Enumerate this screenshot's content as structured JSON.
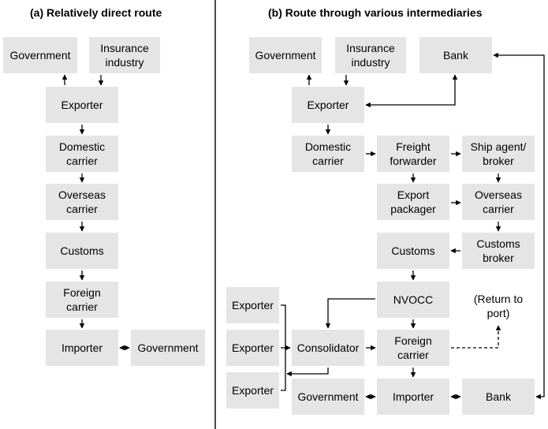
{
  "panel_a": {
    "title": "(a) Relatively direct route",
    "government": "Government",
    "insurance": "Insurance\nindustry",
    "exporter": "Exporter",
    "domestic_carrier": "Domestic\ncarrier",
    "overseas_carrier": "Overseas\ncarrier",
    "customs": "Customs",
    "foreign_carrier": "Foreign\ncarrier",
    "importer": "Importer",
    "government_right": "Government"
  },
  "panel_b": {
    "title": "(b) Route through various intermediaries",
    "government": "Government",
    "insurance": "Insurance\nindustry",
    "bank_top": "Bank",
    "exporter": "Exporter",
    "domestic_carrier": "Domestic\ncarrier",
    "freight_forwarder": "Freight\nforwarder",
    "ship_agent": "Ship agent/\nbroker",
    "export_packager": "Export\npackager",
    "overseas_carrier": "Overseas\ncarrier",
    "customs": "Customs",
    "customs_broker": "Customs\nbroker",
    "nvocc": "NVOCC",
    "return_note": "(Return to\nport)",
    "exporter_1": "Exporter",
    "exporter_2": "Exporter",
    "exporter_3": "Exporter",
    "consolidator": "Consolidator",
    "foreign_carrier": "Foreign\ncarrier",
    "government_bottom": "Government",
    "importer": "Importer",
    "bank_bottom": "Bank"
  },
  "colors": {
    "box_fill": "#e5e5e5",
    "divider": "#3c4a5c",
    "line": "#000000"
  }
}
